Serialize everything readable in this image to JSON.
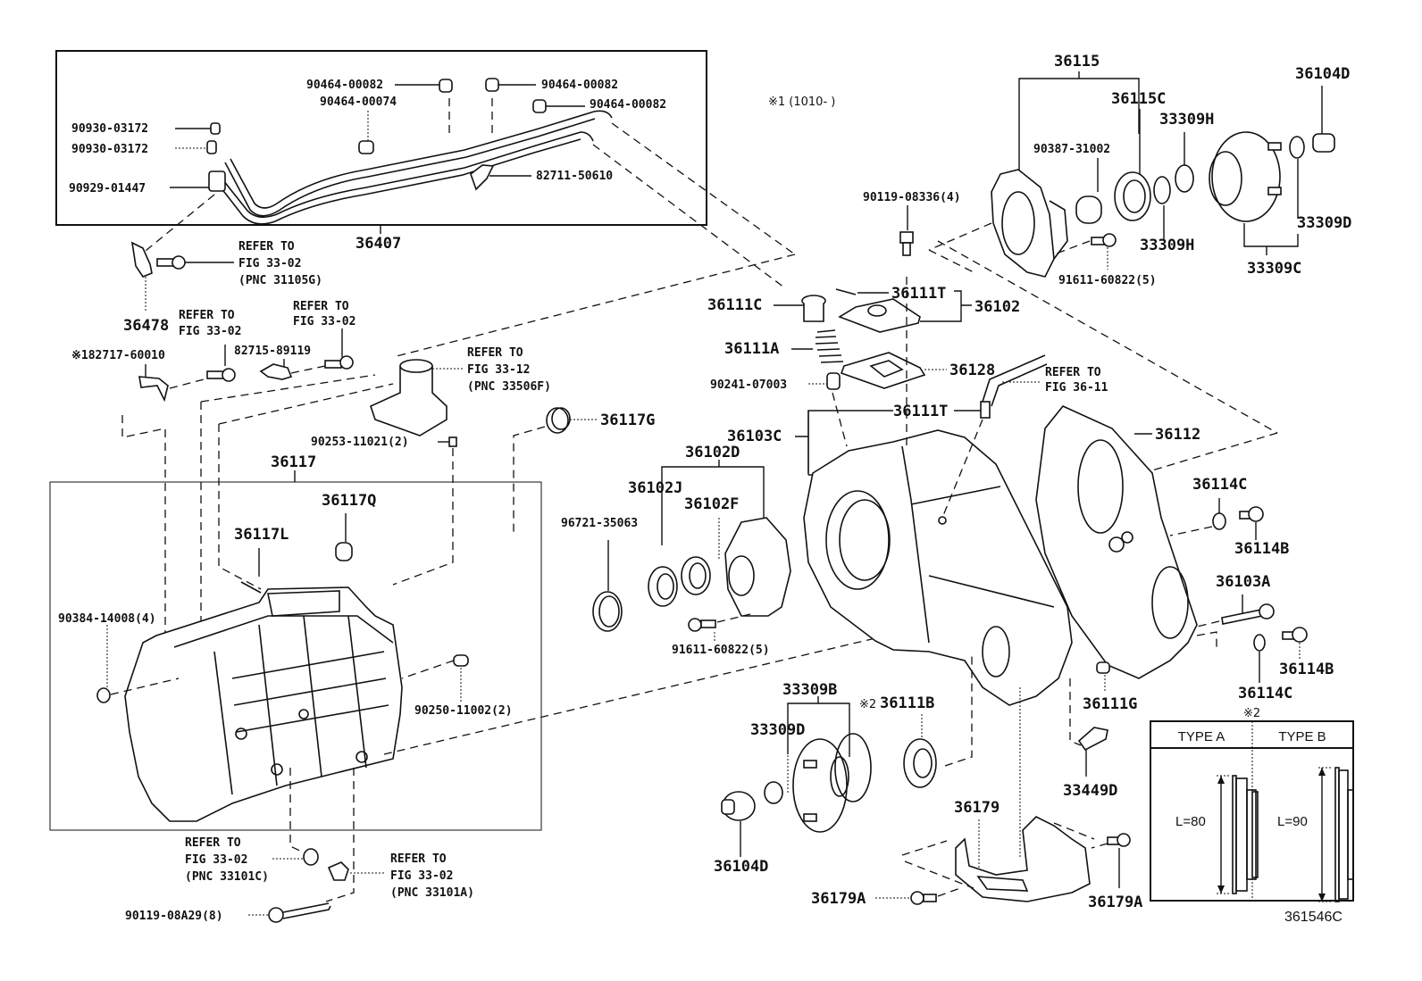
{
  "diagram": {
    "figure_code": "361546C",
    "note1": "※1 (1010-    )",
    "note2_mark": "※2",
    "callouts": {
      "p36407": "36407",
      "p90464_00082_a": "90464-00082",
      "p90464_00074": "90464-00074",
      "p90464_00082_b": "90464-00082",
      "p90464_00082_c": "90464-00082",
      "p90930_03172_a": "90930-03172",
      "p90930_03172_b": "90930-03172",
      "p90929_01447": "90929-01447",
      "p82711_50610": "82711-50610",
      "p36478": "36478",
      "p182717_60010": "※182717-60010",
      "p82715_89119": "82715-89119",
      "p36115": "36115",
      "p36115C": "36115C",
      "p36104D_top": "36104D",
      "p33309H_top": "33309H",
      "p90387_31002": "90387-31002",
      "p33309H_bot": "33309H",
      "p33309D_top": "33309D",
      "p33309C": "33309C",
      "p90119_08336": "90119-08336(4)",
      "p91611_60822_top": "91611-60822(5)",
      "p36111T_top": "36111T",
      "p36102": "36102",
      "p36111C": "36111C",
      "p36111A": "36111A",
      "p36128": "36128",
      "p90241_07003": "90241-07003",
      "p36111T_mid": "36111T",
      "p36103C": "36103C",
      "p36112": "36112",
      "p36114C_top": "36114C",
      "p36114B_top": "36114B",
      "p36103A": "36103A",
      "p36114B_bot": "36114B",
      "p36114C_bot": "36114C",
      "p36117G": "36117G",
      "p90253_11021": "90253-11021(2)",
      "p36117": "36117",
      "p36117Q": "36117Q",
      "p36117L": "36117L",
      "p90384_14008": "90384-14008(4)",
      "p90250_11002": "90250-11002(2)",
      "p36102D": "36102D",
      "p36102J": "36102J",
      "p36102F": "36102F",
      "p96721_35063": "96721-35063",
      "p91611_60822_mid": "91611-60822(5)",
      "p33309B": "33309B",
      "p33309D_bot": "33309D",
      "p36111B": "36111B",
      "p36111B_mark": "※2",
      "p36104D_bot": "36104D",
      "p36111G": "36111G",
      "p33449D": "33449D",
      "p36179": "36179",
      "p36179A_left": "36179A",
      "p36179A_right": "36179A",
      "p90119_08A29": "90119-08A29(8)"
    },
    "references": {
      "ref_31105G": {
        "l1": "REFER TO",
        "l2": "FIG 33-02",
        "l3": "(PNC 31105G)"
      },
      "ref_33_02_a": {
        "l1": "REFER TO",
        "l2": "FIG 33-02"
      },
      "ref_33_02_b": {
        "l1": "REFER TO",
        "l2": "FIG 33-02"
      },
      "ref_33506F": {
        "l1": "REFER TO",
        "l2": "FIG 33-12",
        "l3": "(PNC 33506F)"
      },
      "ref_36_11": {
        "l1": "REFER TO",
        "l2": "FIG 36-11"
      },
      "ref_33101C": {
        "l1": "REFER TO",
        "l2": "FIG 33-02",
        "l3": "(PNC 33101C)"
      },
      "ref_33101A": {
        "l1": "REFER TO",
        "l2": "FIG 33-02",
        "l3": "(PNC 33101A)"
      }
    },
    "type_table": {
      "columns": [
        "TYPE A",
        "TYPE B"
      ],
      "lengths": [
        "L=80",
        "L=90"
      ]
    }
  }
}
